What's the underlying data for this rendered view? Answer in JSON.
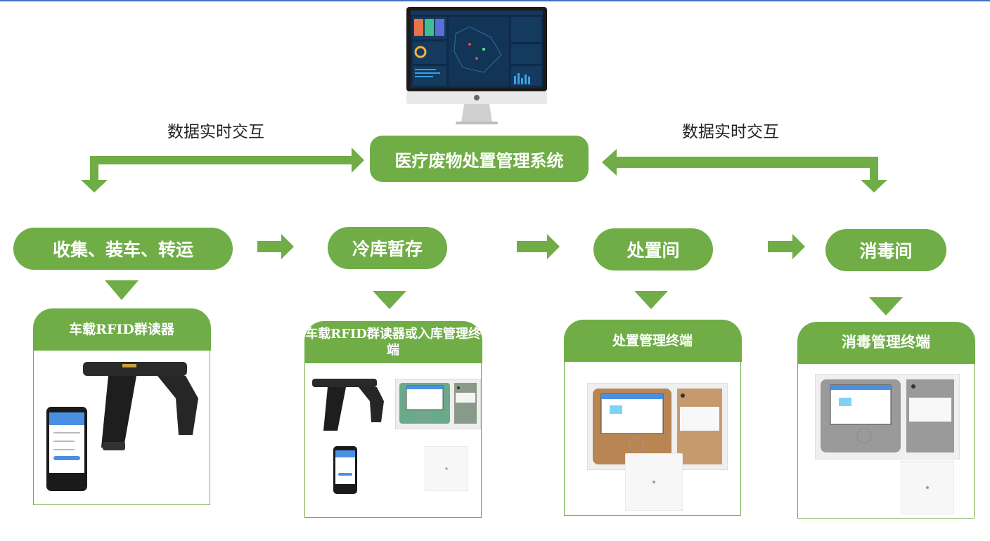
{
  "central_system": {
    "label": "医疗废物处置管理系统"
  },
  "sync_left": {
    "label": "数据实时交互"
  },
  "sync_right": {
    "label": "数据实时交互"
  },
  "stages": [
    {
      "label": "收集、装车、转运"
    },
    {
      "label": "冷库暂存"
    },
    {
      "label": "处置间"
    },
    {
      "label": "消毒间"
    }
  ],
  "devices": [
    {
      "title": "车载RFID群读器"
    },
    {
      "title": "车载RFID群读器或入库管理终端"
    },
    {
      "title": "处置管理终端"
    },
    {
      "title": "消毒管理终端"
    }
  ],
  "colors": {
    "accent_green": "#70ad47",
    "top_line_blue": "#4472c4"
  },
  "icons": [
    "monitor-dashboard-image",
    "rfid-handheld-reader-image",
    "management-terminal-image",
    "rfid-reader-panel-image"
  ]
}
